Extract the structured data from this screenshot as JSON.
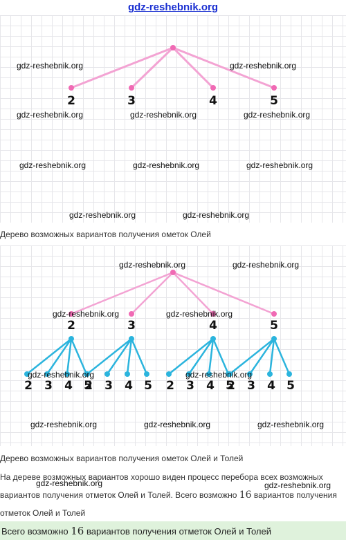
{
  "site": {
    "header": "gdz-reshebnik.org"
  },
  "watermark": "gdz-reshebnik.org",
  "tree1": {
    "caption": "Дерево возможных вариантов получения ометок Олей",
    "labels": [
      "2",
      "3",
      "4",
      "5"
    ]
  },
  "tree2": {
    "caption": "Дерево возможных вариантов получения ометок Олей и Толей",
    "level1": [
      "2",
      "3",
      "4",
      "5"
    ],
    "level2": [
      "2",
      "3",
      "4",
      "5"
    ]
  },
  "explanation": {
    "part1": "На дереве возможных вариантов хорошо виден процесс перебора всех возможных вариантов получения отметок Олей и Толей. Всего возможно ",
    "number": "16",
    "part2": " вариантов получения отметок Олей и Толей"
  },
  "answer": {
    "part1": "Всего возможно ",
    "number": "16",
    "part2": " вариантов получения отметок Олей и Толей"
  },
  "colors": {
    "pink": "#f06ab4",
    "pink_light": "#f3a3d3",
    "blue": "#2bb4dd",
    "answer_bg": "#dff2dc"
  }
}
